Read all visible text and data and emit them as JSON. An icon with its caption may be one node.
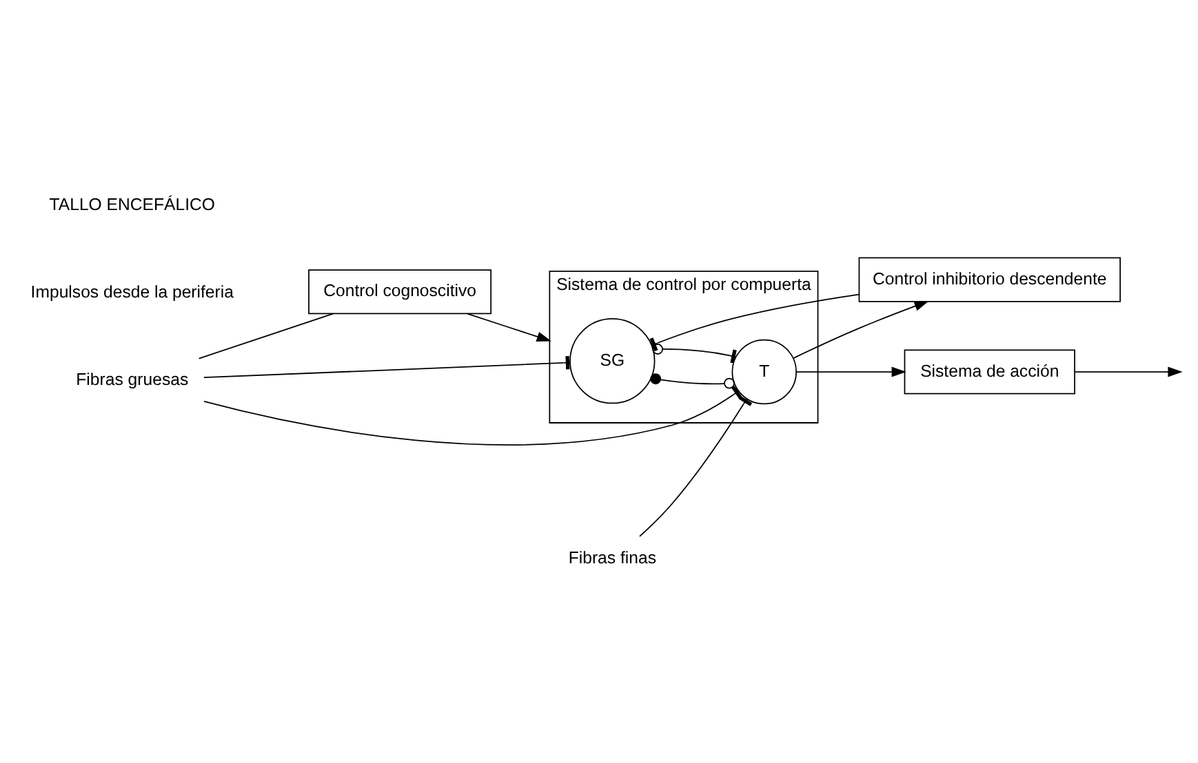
{
  "diagram": {
    "nodes": [
      {
        "text": [
          "Control cognoscitivo"
        ]
      },
      {
        "text": [
          "Control inhibitorio descendente"
        ]
      },
      {
        "text": [
          "Sistema de control por compuerta"
        ]
      },
      {
        "text": [
          "SG"
        ],
        "in": 2
      },
      {
        "text": [
          "T"
        ],
        "in": 2
      },
      {
        "text": [
          "Sistema de acción"
        ]
      },
      {
        "text": [
          "Fibras gruesas"
        ]
      },
      {
        "text": [
          "Fibras finas"
        ]
      }
    ],
    "edges": [
      {
        "from": 6,
        "to": 0,
        "arrow": "none"
      },
      {
        "from": 0,
        "to": 2,
        "arrow": "to"
      },
      {
        "from": 1,
        "to": 3,
        "arrow": "other"
      },
      {
        "from": 6,
        "to": 3,
        "arrow": "other"
      },
      {
        "from": 6,
        "to": 4,
        "arrow": "other"
      },
      {
        "from": 3,
        "to": 4,
        "arrow": "other"
      },
      {
        "from": 3,
        "to": 4,
        "arrow": "other"
      },
      {
        "from": 7,
        "to": 4,
        "arrow": "other"
      },
      {
        "from": 4,
        "to": 5,
        "arrow": "to"
      },
      {
        "from": 4,
        "to": 1,
        "arrow": "to"
      },
      {
        "from": 5,
        "to": null,
        "arrow": "to"
      }
    ],
    "labels": [
      "Impulsos desde la periferia",
      "TALLO ENCEFÁLICO"
    ]
  }
}
